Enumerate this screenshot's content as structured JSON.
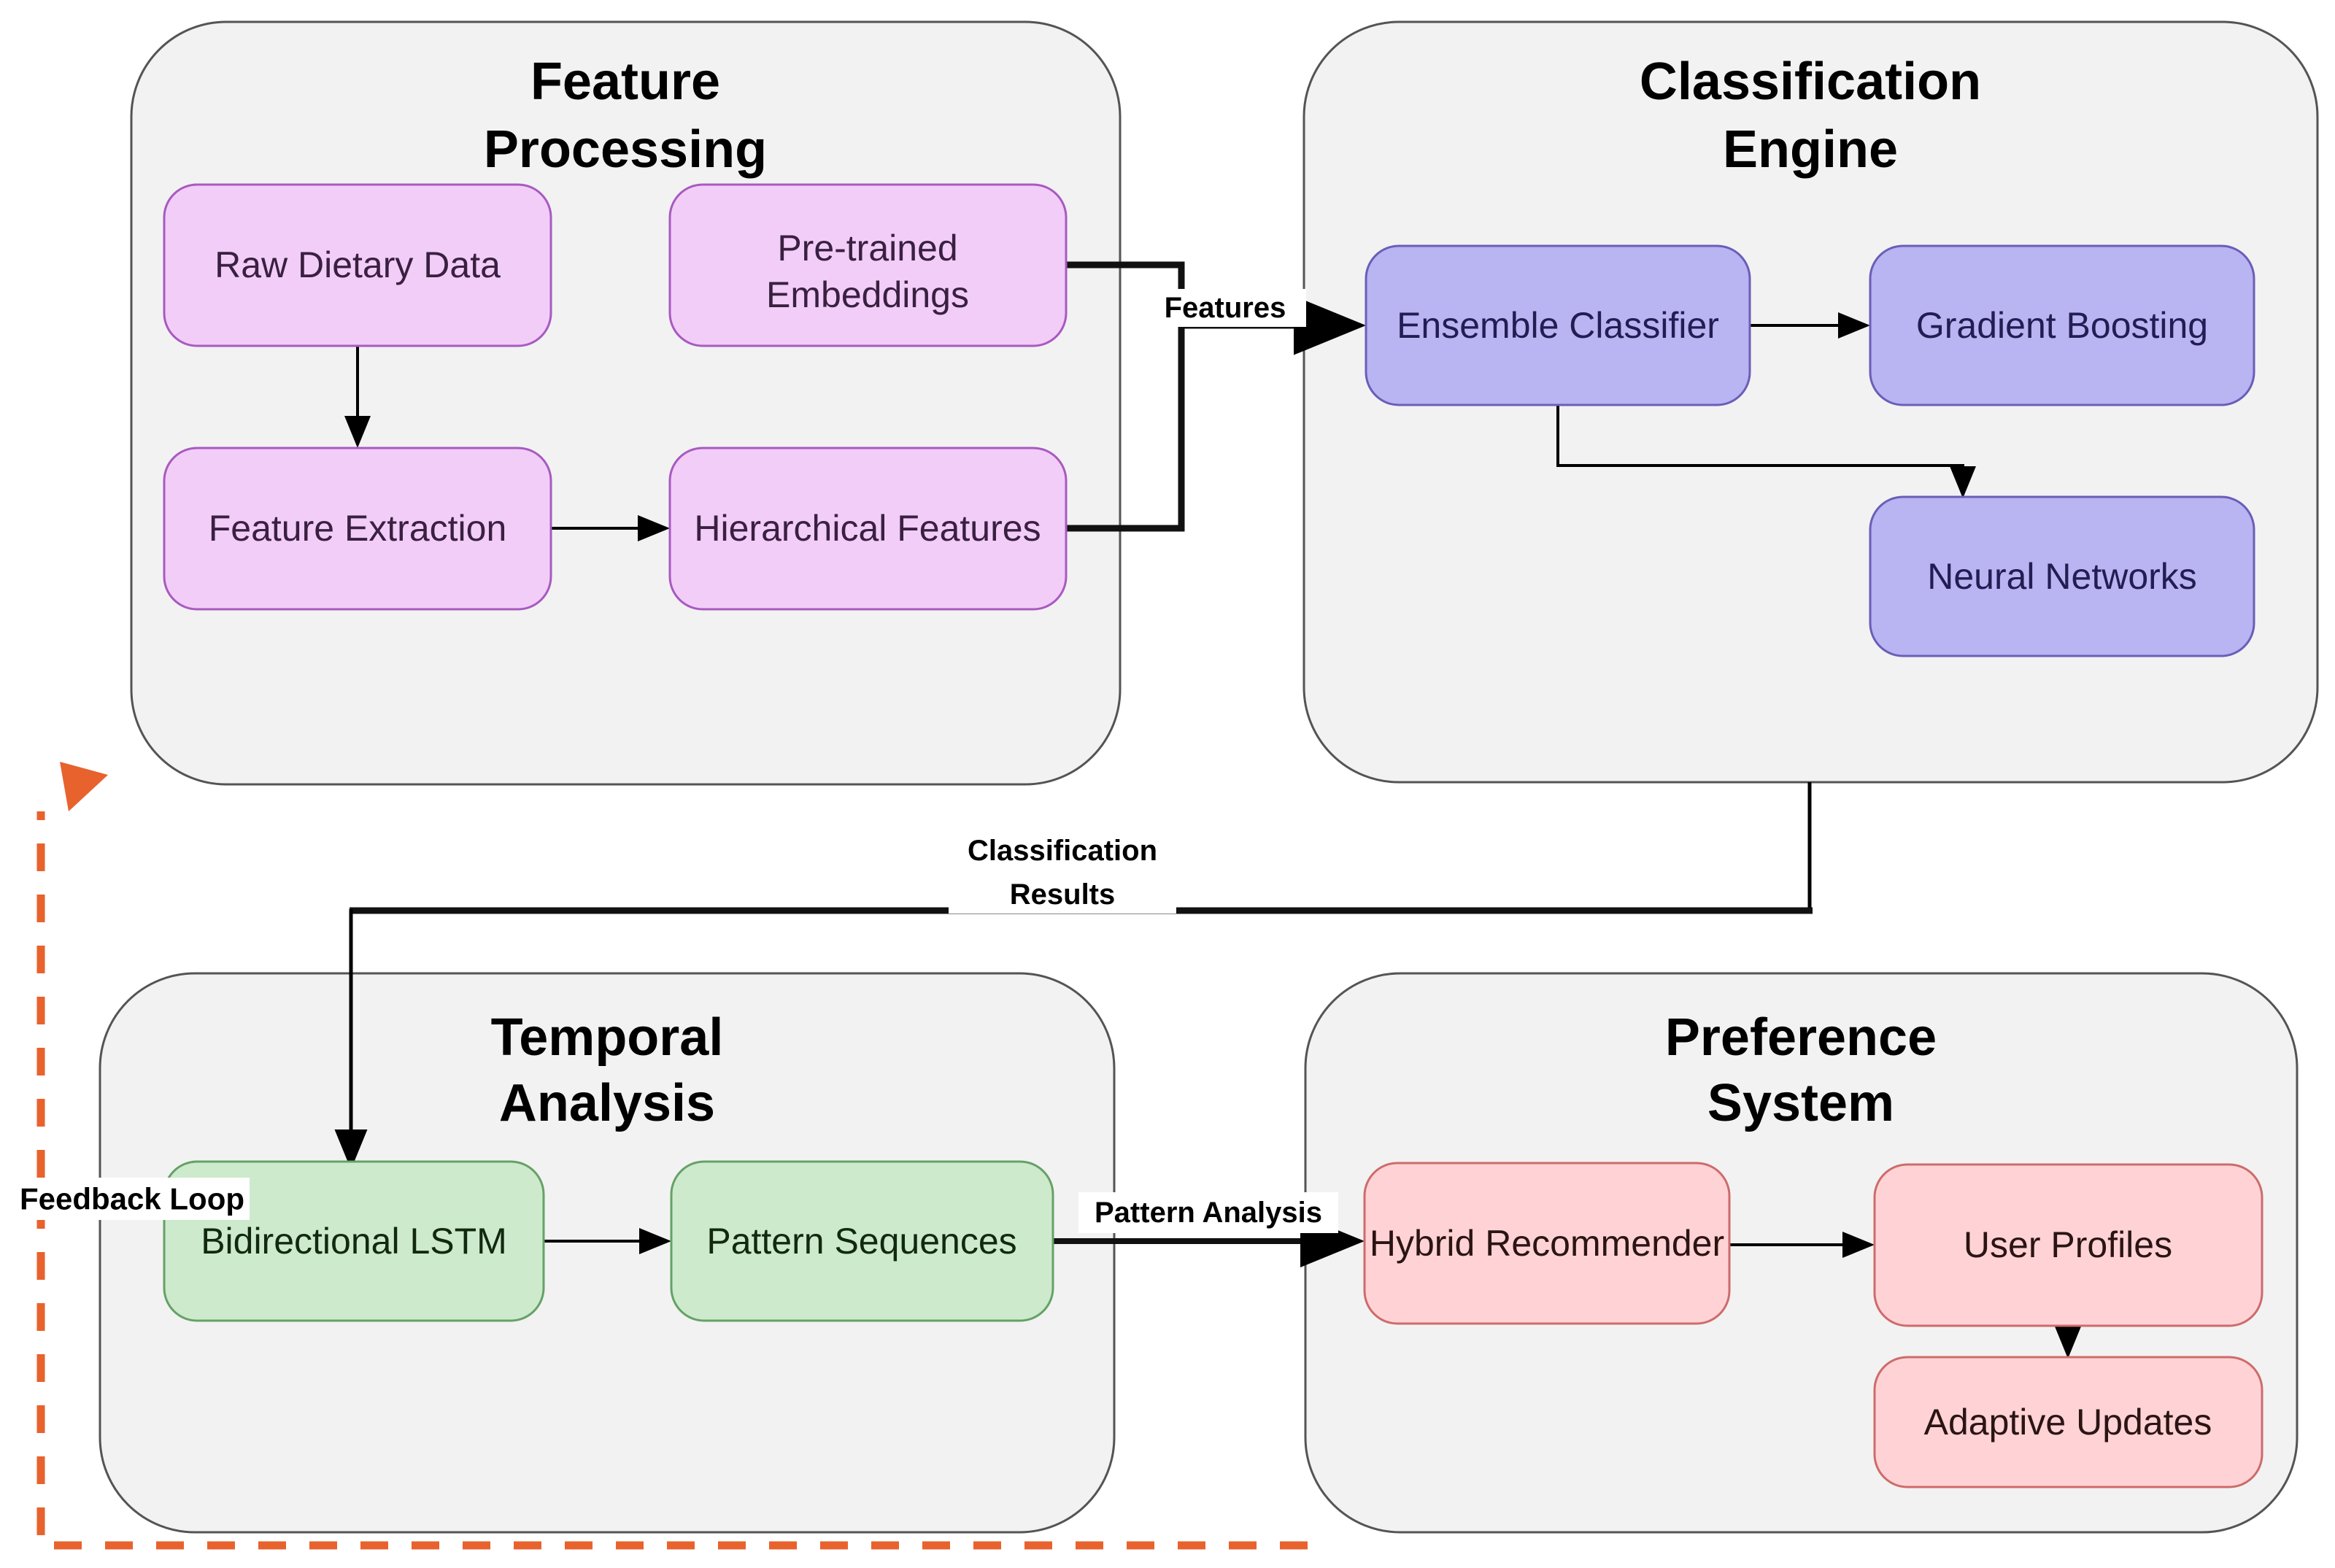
{
  "diagram": {
    "containers": {
      "feature_processing": {
        "title_line1": "Feature",
        "title_line2": "Processing"
      },
      "classification_engine": {
        "title_line1": "Classification",
        "title_line2": "Engine"
      },
      "temporal_analysis": {
        "title_line1": "Temporal",
        "title_line2": "Analysis"
      },
      "preference_system": {
        "title_line1": "Preference",
        "title_line2": "System"
      }
    },
    "nodes": {
      "raw_dietary_data": {
        "label": "Raw Dietary Data"
      },
      "pre_trained_embeddings": {
        "label_line1": "Pre-trained",
        "label_line2": "Embeddings"
      },
      "feature_extraction": {
        "label": "Feature Extraction"
      },
      "hierarchical_features": {
        "label": "Hierarchical Features"
      },
      "ensemble_classifier": {
        "label": "Ensemble Classifier"
      },
      "gradient_boosting": {
        "label": "Gradient Boosting"
      },
      "neural_networks": {
        "label": "Neural Networks"
      },
      "bidirectional_lstm": {
        "label": "Bidirectional LSTM"
      },
      "pattern_sequences": {
        "label": "Pattern Sequences"
      },
      "hybrid_recommender": {
        "label": "Hybrid Recommender"
      },
      "user_profiles": {
        "label": "User Profiles"
      },
      "adaptive_updates": {
        "label": "Adaptive Updates"
      }
    },
    "edge_labels": {
      "features": "Features",
      "classification_results_line1": "Classification",
      "classification_results_line2": "Results",
      "pattern_analysis": "Pattern Analysis",
      "feedback_loop": "Feedback Loop"
    },
    "colors": {
      "container_fill": "#F2F2F2",
      "container_stroke": "#545454",
      "pink_fill": "#F2CDF8",
      "pink_stroke": "#A85AC0",
      "blue_fill": "#B9B4F2",
      "blue_stroke": "#6A5EB8",
      "green_fill": "#CDEACD",
      "green_stroke": "#66A166",
      "red_fill": "#FFD3D6",
      "red_stroke": "#CE6B6B",
      "connector": "#111111",
      "feedback_orange": "#E8622D"
    }
  }
}
